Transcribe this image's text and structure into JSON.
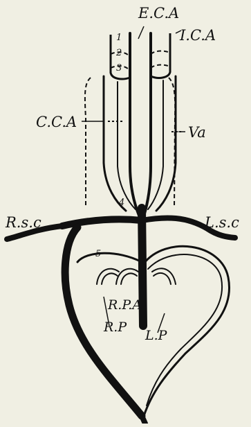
{
  "figure": {
    "background_color": "#f0efe3",
    "ink_color": "#111111",
    "labels": {
      "eca": "E.C.A",
      "ica": "I.C.A",
      "cca": "C.C.A",
      "va": "Va",
      "rsc": "R.s.c",
      "lsc": "L.s.c",
      "rpa": "R.P.A",
      "rp": "R.P",
      "lp": "L.P"
    },
    "arch_numbers": {
      "n1": "1",
      "n2": "2",
      "n3": "3",
      "n4": "4",
      "n5": "5"
    }
  }
}
